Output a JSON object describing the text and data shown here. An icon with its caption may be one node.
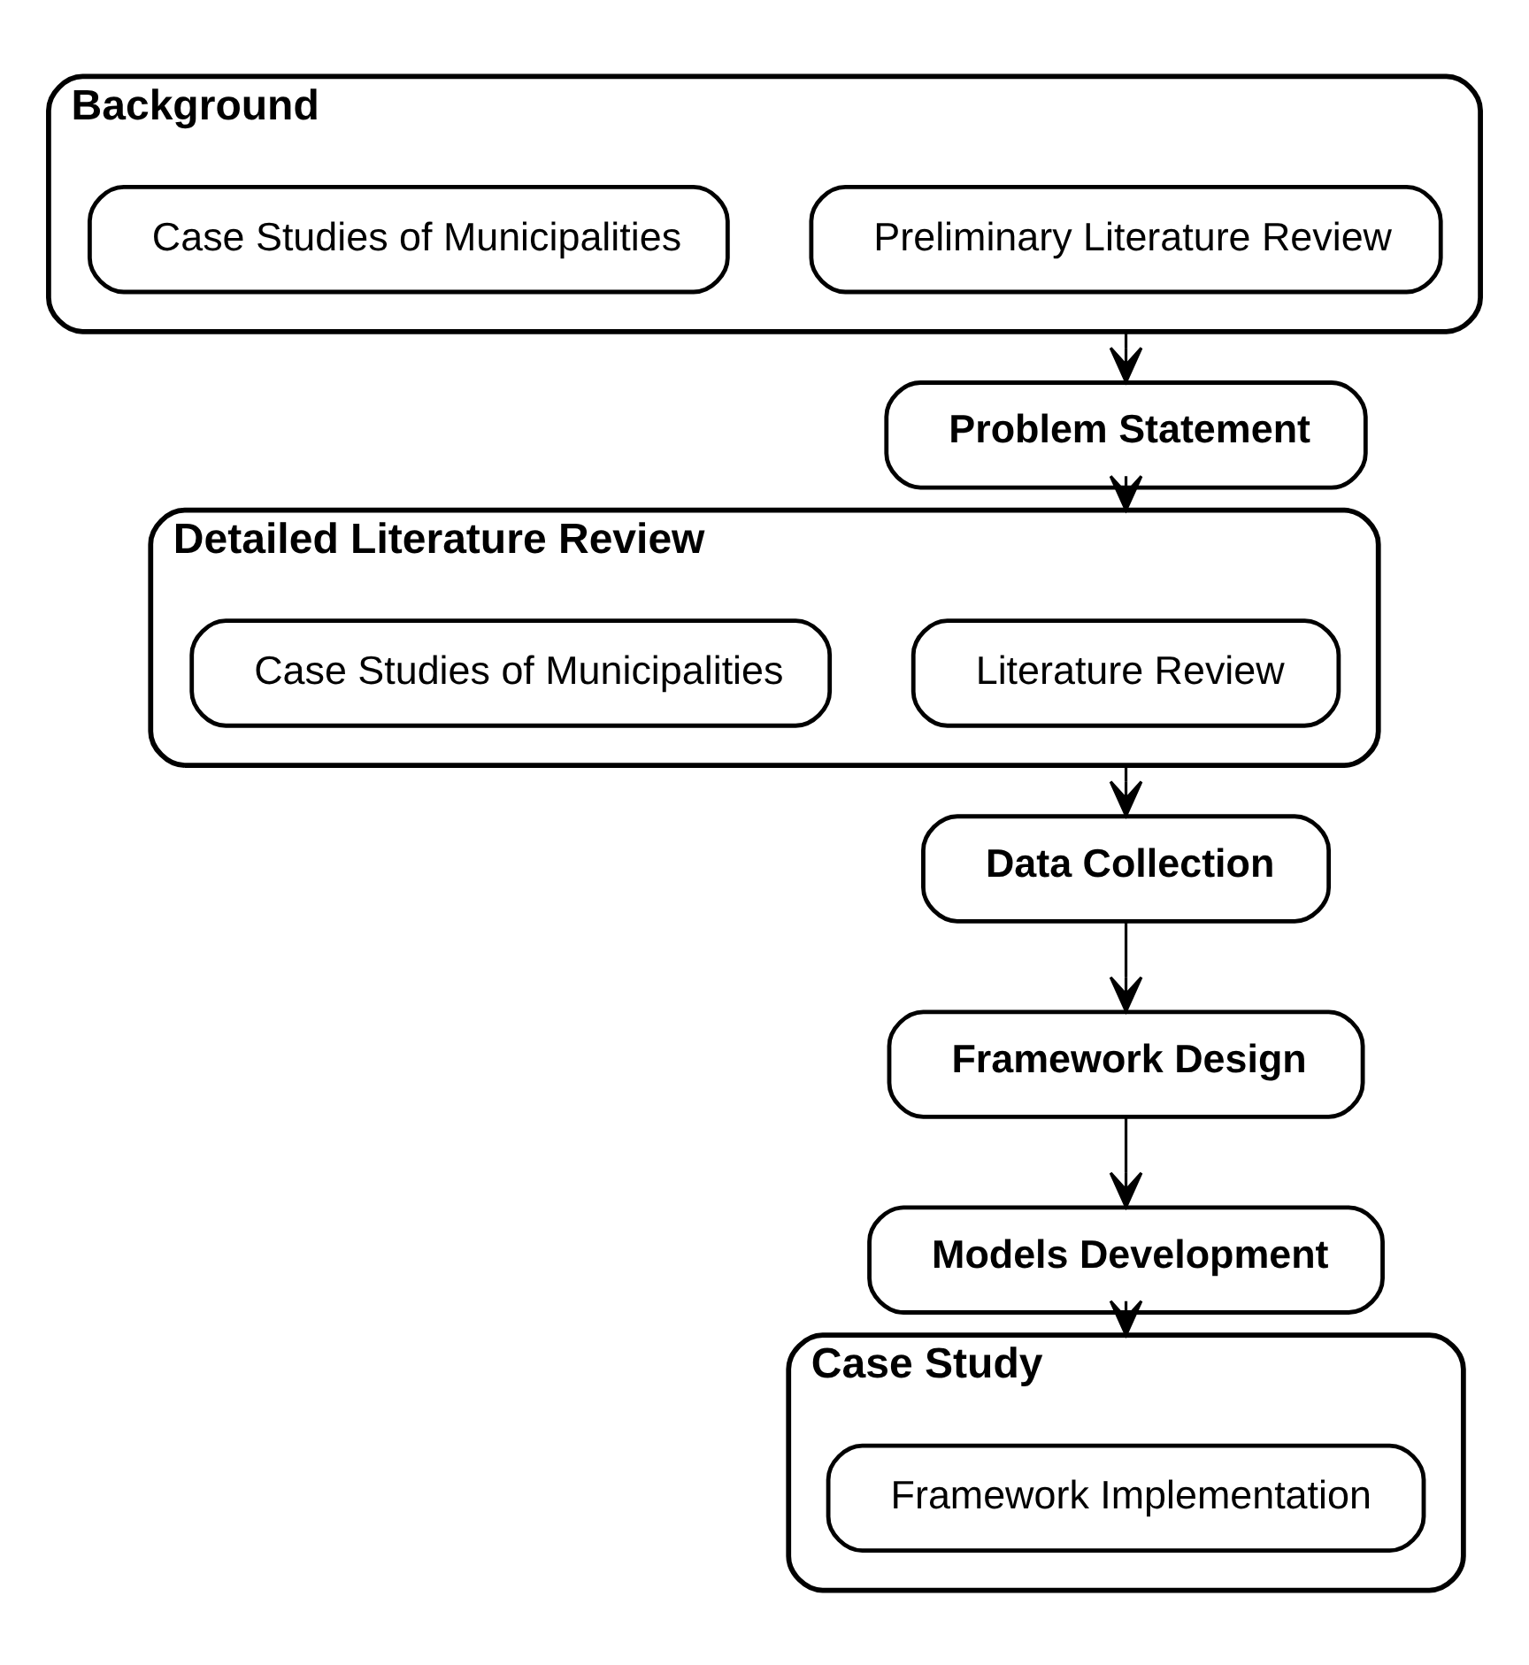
{
  "diagram": {
    "nodes": [
      {
        "text": [
          "Background"
        ]
      },
      {
        "text": [
          "Preliminary Literature Review"
        ],
        "in": 0
      },
      {
        "text": [
          "Case Studies of Municipalities"
        ],
        "in": 0
      },
      {
        "text": [
          "Problem Statement"
        ]
      },
      {
        "text": [
          "Detailed Literature Review"
        ]
      },
      {
        "text": [
          "Literature Review"
        ],
        "in": 4
      },
      {
        "text": [
          "Case Studies of Municipalities"
        ],
        "in": 4
      },
      {
        "text": [
          "Data Collection"
        ]
      },
      {
        "text": [
          "Framework Design"
        ]
      },
      {
        "text": [
          "Models Development"
        ]
      },
      {
        "text": [
          "Case Study"
        ]
      },
      {
        "text": [
          "Framework Implementation"
        ],
        "in": 10
      }
    ],
    "edges": [
      {
        "from": 0,
        "to": 3,
        "arrow": "to"
      },
      {
        "from": 3,
        "to": 4,
        "arrow": "to"
      },
      {
        "from": 4,
        "to": 7,
        "arrow": "to"
      },
      {
        "from": 7,
        "to": 8,
        "arrow": "to"
      },
      {
        "from": 8,
        "to": 9,
        "arrow": "to"
      },
      {
        "from": 9,
        "to": 10,
        "arrow": "to"
      }
    ]
  }
}
